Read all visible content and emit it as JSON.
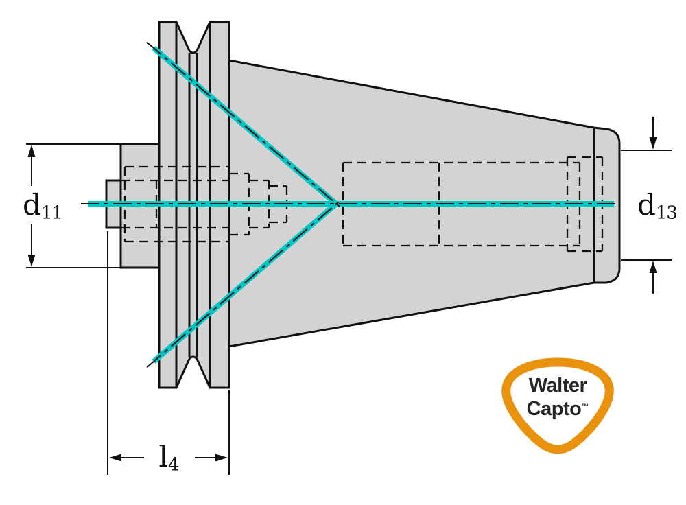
{
  "dimensions": {
    "d11": {
      "base": "d",
      "sub": "11"
    },
    "d13": {
      "base": "d",
      "sub": "13"
    },
    "l4": {
      "base": "l",
      "sub": "4"
    }
  },
  "logo": {
    "line1": "Walter",
    "line2": "Capto",
    "tm": "™"
  },
  "colors": {
    "centerline_cyan": "#00C6C6",
    "logo_orange": "#E8920E",
    "part_fill_gray": "#D3D3D3",
    "line_black": "#111111"
  }
}
